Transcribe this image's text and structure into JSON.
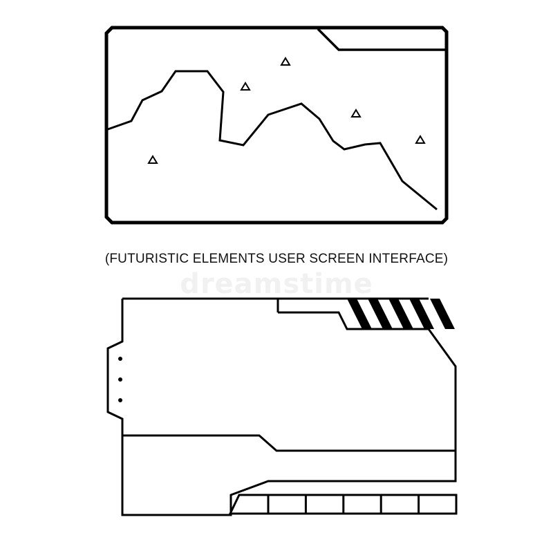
{
  "caption": "(FUTURISTIC ELEMENTS USER SCREEN INTERFACE)",
  "watermark": "dreamstime",
  "colors": {
    "stroke": "#000000",
    "background": "#ffffff",
    "watermark": "#f1f1f1"
  },
  "top_panel": {
    "markers": [
      {
        "icon": "triangle-marker-icon"
      },
      {
        "icon": "triangle-marker-icon"
      },
      {
        "icon": "triangle-marker-icon"
      },
      {
        "icon": "triangle-marker-icon"
      },
      {
        "icon": "triangle-marker-icon"
      }
    ]
  },
  "bottom_panel": {
    "side_dots": 3,
    "hazard_stripes": 5,
    "footer_cells": 6
  }
}
